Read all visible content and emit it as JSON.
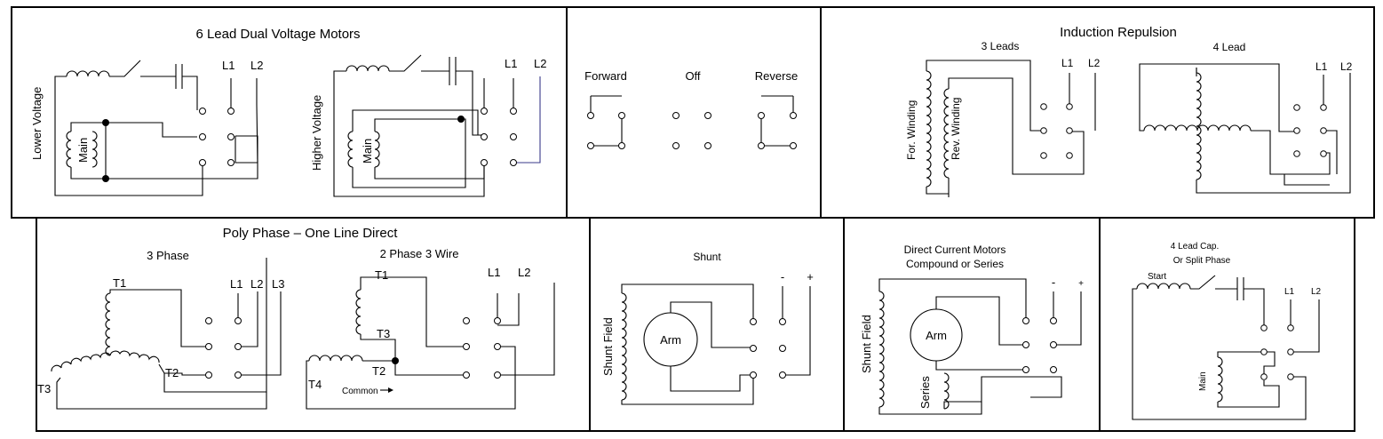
{
  "panels": {
    "dual_voltage": {
      "title": "6 Lead Dual Voltage Motors",
      "lower_voltage": "Lower Voltage",
      "higher_voltage": "Higher Voltage",
      "main": "Main",
      "l1": "L1",
      "l2": "L2"
    },
    "switch": {
      "forward": "Forward",
      "off": "Off",
      "reverse": "Reverse"
    },
    "induction": {
      "title": "Induction Repulsion",
      "three_leads": "3 Leads",
      "four_lead": "4 Lead",
      "for_winding": "For. Winding",
      "rev_winding": "Rev. Winding",
      "l1": "L1",
      "l2": "L2"
    },
    "poly_phase": {
      "title": "Poly Phase – One Line Direct",
      "three_phase": "3 Phase",
      "two_phase": "2 Phase 3 Wire",
      "t1": "T1",
      "t2": "T2",
      "t3": "T3",
      "t4": "T4",
      "common": "Common",
      "l1": "L1",
      "l2": "L2",
      "l3": "L3"
    },
    "shunt": {
      "title": "Shunt",
      "minus": "-",
      "plus": "+",
      "shunt_field": "Shunt Field",
      "arm": "Arm"
    },
    "dc_compound": {
      "title_line1": "Direct Current Motors",
      "title_line2": "Compound or Series",
      "minus": "-",
      "plus": "+",
      "shunt_field": "Shunt Field",
      "arm": "Arm",
      "series": "Series"
    },
    "split_phase": {
      "title_line1": "4 Lead Cap.",
      "title_line2": "Or Split Phase",
      "start": "Start",
      "main": "Main",
      "l1": "L1",
      "l2": "L2"
    }
  }
}
